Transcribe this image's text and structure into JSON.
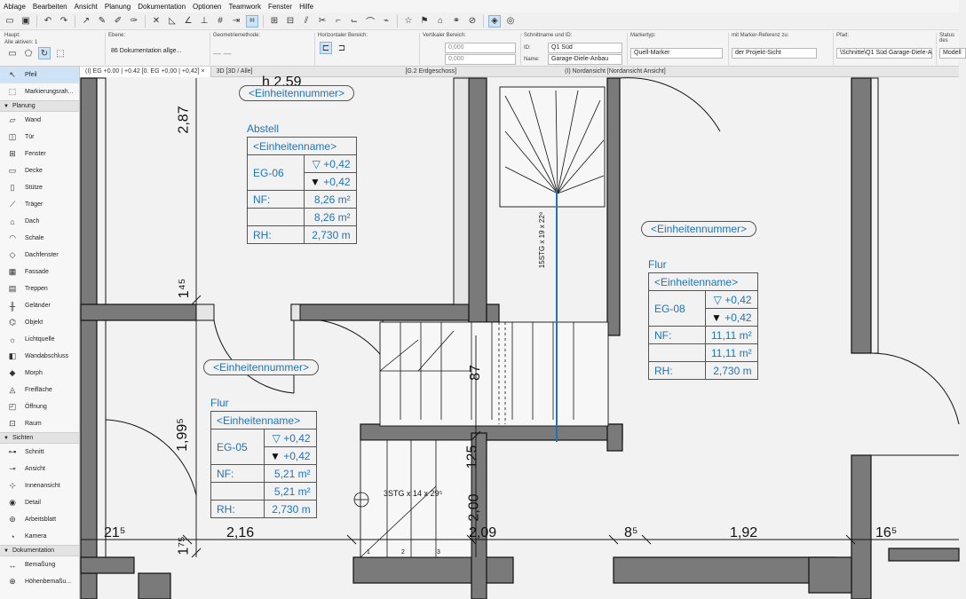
{
  "menu": [
    "Ablage",
    "Bearbeiten",
    "Ansicht",
    "Planung",
    "Dokumentation",
    "Optionen",
    "Teamwork",
    "Fenster",
    "Hilfe"
  ],
  "infobox": {
    "haupt_label": "Haupt:",
    "alle_aktiven": "Alle aktiven: 1",
    "ebene_label": "Ebene:",
    "ebene_value": "86 Dokumentation allge...",
    "geometrie_label": "Geometriemethode:",
    "horizontal_label": "Horizontaler Bereich:",
    "vertikal_label": "Vertikaler Bereich:",
    "vertikal_value1": "0,000",
    "vertikal_value2": "0,000",
    "schnitt_label": "Schnittname und ID:",
    "id_label": "ID:",
    "id_value": "Q1 Süd",
    "name_label": "Name:",
    "name_value": "Garage-Diele-Anbau",
    "markertyp_label": "Markertyp:",
    "markertyp_value": "Quell-Marker",
    "referenz_label": "mit Marker-Referenz zu:",
    "referenz_value": "der Projekt-Sicht",
    "pfad_label": "Pfad:",
    "pfad_value": "\\Schnitte\\Q1 Süd Garage-Diele-A",
    "status_label": "Status des",
    "status_value": "Modell"
  },
  "tabs": [
    "(I) EG +0.00 | +0.42 [0. EG +0,00 | +0,42]",
    "3D [3D / Alle]",
    "[G.2 Erdgeschoss]",
    "(I) Nordansicht [Nordansicht Ansicht]"
  ],
  "palette": {
    "top_items": [
      "Pfeil",
      "Markierungsrah..."
    ],
    "planung_header": "Planung",
    "planung_items": [
      "Wand",
      "Tür",
      "Fenster",
      "Decke",
      "Stütze",
      "Träger",
      "Dach",
      "Schale",
      "Dachfenster",
      "Fassade",
      "Treppen",
      "Geländer",
      "Objekt",
      "Lichtquelle",
      "Wandabschluss",
      "Morph",
      "Freifläche",
      "Öffnung",
      "Raum"
    ],
    "sichten_header": "Sichten",
    "sichten_items": [
      "Schnitt",
      "Ansicht",
      "Innenansicht",
      "Detail",
      "Arbeitsblatt",
      "Kamera"
    ],
    "doku_header": "Dokumentation",
    "doku_items": [
      "Bemaßung",
      "Höhenbemaßu..."
    ]
  },
  "plan": {
    "height_label": "h 2,59",
    "unit_pills": [
      "<Einheitennummer>",
      "<Einheitennummer>",
      "<Einheitennummer>"
    ],
    "stamps": [
      {
        "title": "Abstell",
        "name": "<Einheitenname>",
        "id": "EG-06",
        "up": "+0,42",
        "down": "+0,42",
        "nf_label": "NF:",
        "nf1": "8,26 m²",
        "nf2": "8,26 m²",
        "rh_label": "RH:",
        "rh": "2,730 m"
      },
      {
        "title": "Flur",
        "name": "<Einheitenname>",
        "id": "EG-08",
        "up": "+0,42",
        "down": "+0,42",
        "nf_label": "NF:",
        "nf1": "11,11 m²",
        "nf2": "11,11 m²",
        "rh_label": "RH:",
        "rh": "2,730 m"
      },
      {
        "title": "Flur",
        "name": "<Einheitenname>",
        "id": "EG-05",
        "up": "+0,42",
        "down": "+0,42",
        "nf_label": "NF:",
        "nf1": "5,21 m²",
        "nf2": "5,21 m²",
        "rh_label": "RH:",
        "rh": "2,730 m"
      }
    ],
    "dims": {
      "d287": "2,87",
      "d145": "1⁴⁵",
      "d1995": "1,99⁵",
      "d175": "1⁷⁵",
      "d215": "21⁵",
      "d216": "2,16",
      "d87": "87",
      "d125": "125",
      "d200": "2,00",
      "d209": "2,09",
      "d85": "8⁵",
      "d192": "1,92",
      "d165": "16⁵"
    },
    "stair_upper": "15STG x 19 x 22⁸",
    "stair_lower": "3STG x 14 x 29⁵",
    "step_nums": [
      "1",
      "2",
      "3"
    ]
  }
}
